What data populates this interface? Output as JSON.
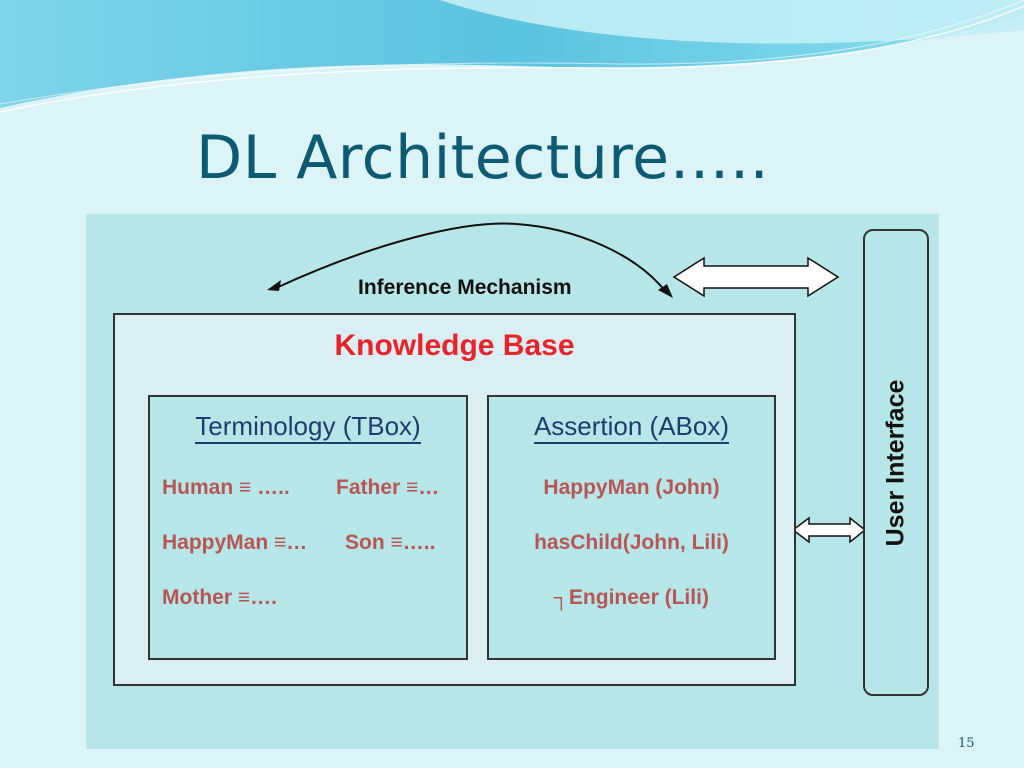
{
  "slide": {
    "title": "DL Architecture…..",
    "page_number": "15"
  },
  "diagram": {
    "inference_label": "Inference Mechanism",
    "knowledge_base_title": "Knowledge Base",
    "tbox": {
      "title": "Terminology (TBox)",
      "items": [
        "Human ≡ …..",
        "Father ≡…",
        "HappyMan ≡…",
        "Son ≡…..",
        "Mother ≡…."
      ]
    },
    "abox": {
      "title": "Assertion (ABox)",
      "items": [
        "HappyMan (John)",
        "hasChild(John, Lili)",
        "┐Engineer (Lili)"
      ]
    },
    "user_interface_label": "User Interface"
  },
  "colors": {
    "title": "#0d5a73",
    "kb_title": "#e8242a",
    "box_title": "#1f3c6e",
    "item_text": "#b85656",
    "figure_bg": "#b6e6e8",
    "kb_bg": "#dbeef3"
  }
}
